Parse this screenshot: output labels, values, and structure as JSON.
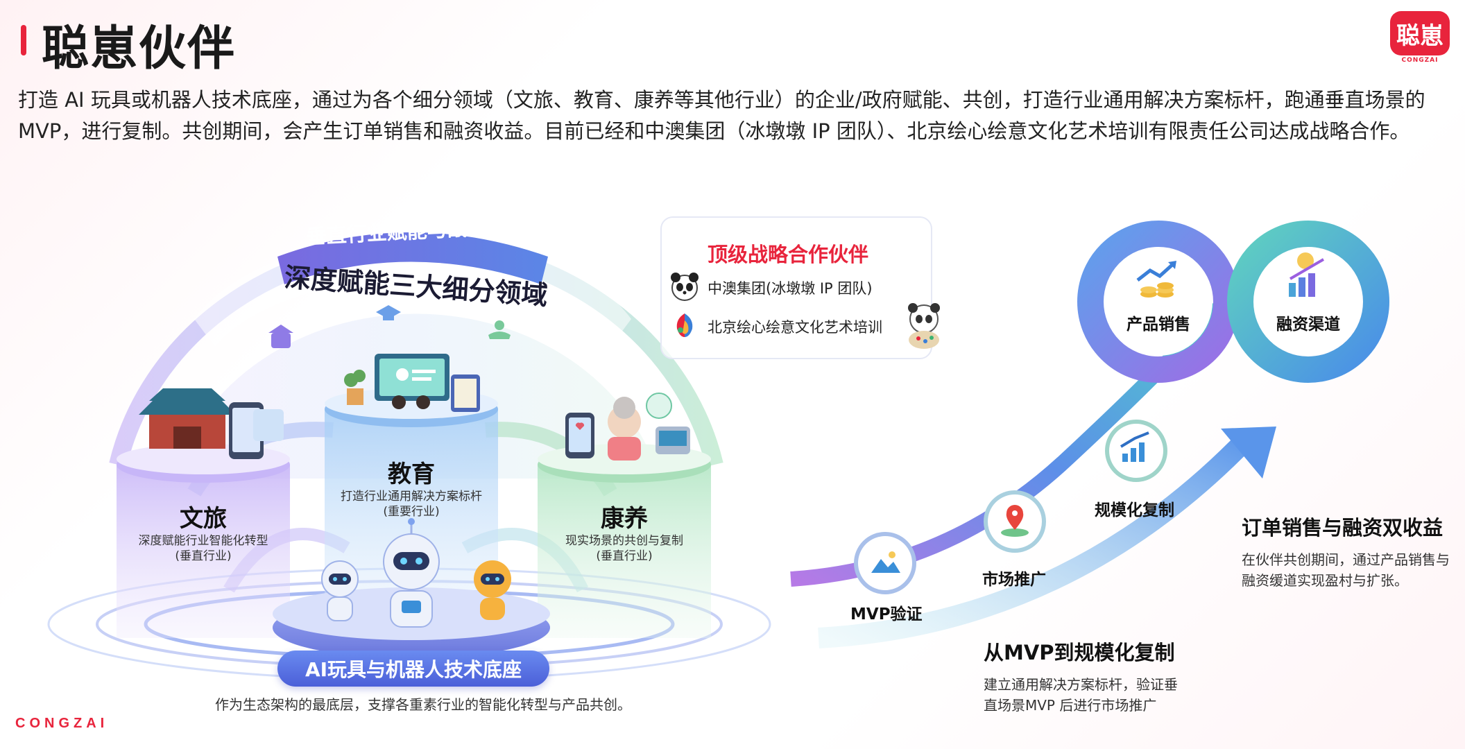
{
  "header": {
    "title": "聪崽伙伴",
    "intro": "打造 AI 玩具或机器人技术底座，通过为各个细分领域（文旅、教育、康养等其他行业）的企业/政府赋能、共创，打造行业通用解决方案标杆，跑通垂直场景的MVP，进行复制。共创期间，会产生订单销售和融资收益。目前已经和中澳集团（冰墩墩 IP 团队）、北京绘心绘意文化艺术培训有限责任公司达成战略合作。"
  },
  "brand": {
    "logo_text": "聪崽",
    "logo_sub": "CONGZAI",
    "footer_text": "CONGZAI",
    "accent": "#e8243c"
  },
  "ecosystem": {
    "arc_banner": "垂直行业赋能与战略合作",
    "arc_heading": "深度赋能三大细分领域",
    "pillars": [
      {
        "title": "文旅",
        "desc1": "深度赋能行业智能化转型",
        "desc2": "(垂直行业)",
        "icon": "palace-icon",
        "color": "#b9a6f5"
      },
      {
        "title": "教育",
        "desc1": "打造行业通用解决方案标杆",
        "desc2": "(重要行业)",
        "icon": "classroom-icon",
        "color": "#9fc7f5"
      },
      {
        "title": "康养",
        "desc1": "现实场景的共创与复制",
        "desc2": "(垂直行业)",
        "icon": "elder-care-icon",
        "color": "#a8e0b8"
      }
    ],
    "foundation_label": "AI玩具与机器人技术底座",
    "foundation_desc": "作为生态架构的最底层，支撑各重素行业的智能化转型与产品共创。"
  },
  "partners": {
    "title": "顶级战略合作伙伴",
    "items": [
      {
        "name": "中澳集团(冰墩墩 IP 团队)",
        "icon": "panda-icon"
      },
      {
        "name": "北京绘心绘意文化艺术培训",
        "icon": "colorful-flame-logo-icon"
      }
    ]
  },
  "growth": {
    "stages": [
      "MVP验证",
      "市场推广",
      "规模化复制"
    ],
    "loops": [
      "产品销售",
      "融资渠道"
    ],
    "mvp_block": {
      "title": "从MVP到规模化复制",
      "desc1": "建立通用解决方案标杆，验证垂",
      "desc2": "直场景MVP 后进行市场推广"
    },
    "revenue_block": {
      "title": "订单销售与融资双收益",
      "desc1": "在伙伴共创期间，通过产品销售与",
      "desc2": "融资缓道实现盈村与扩张。"
    }
  }
}
